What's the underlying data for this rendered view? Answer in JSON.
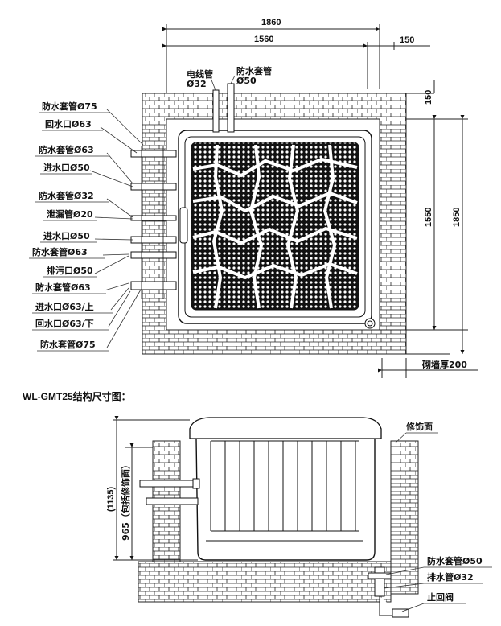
{
  "top_view": {
    "dims": {
      "overall_width": "1860",
      "inner_width": "1560",
      "side_offset": "150",
      "top_offset": "150",
      "inner_height": "1550",
      "overall_height": "1850",
      "wall_thickness": "砌墙厚200"
    },
    "top_labels": [
      "电线管",
      "Ø32",
      "防水套管",
      "Ø50"
    ],
    "left_labels": [
      "防水套管Ø75",
      "回水口Ø63",
      "防水套管Ø63",
      "进水口Ø50",
      "防水套管Ø32",
      "泄漏管Ø20",
      "进水口Ø50",
      "防水套管Ø63",
      "排污口Ø50",
      "防水套管Ø63",
      "进水口Ø63/上",
      "回水口Ø63/下",
      "防水套管Ø75"
    ]
  },
  "section_title": "WL-GMT25结构尺寸图：",
  "side_view": {
    "surface_label": "修饰面",
    "dim_total": "(1135)",
    "dim_height": "965（包括修饰面）",
    "right_labels": [
      "防水套管Ø50",
      "排水管Ø32",
      "止回阀"
    ]
  }
}
